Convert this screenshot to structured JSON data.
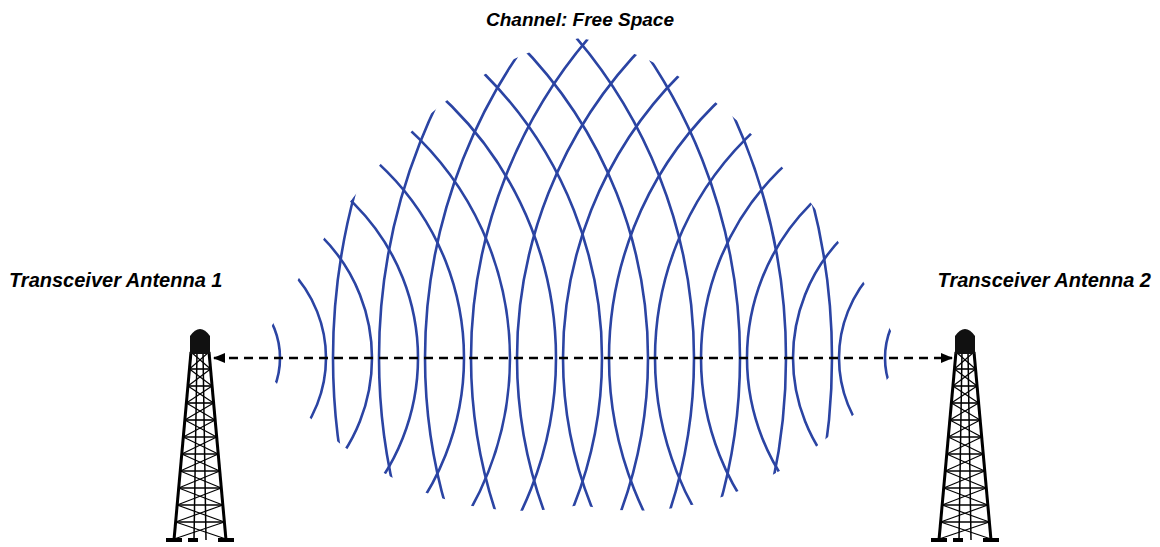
{
  "diagram": {
    "title": "Channel: Free Space",
    "labels": [
      "Transceiver Antenna 1",
      "Transceiver Antenna 2"
    ]
  }
}
